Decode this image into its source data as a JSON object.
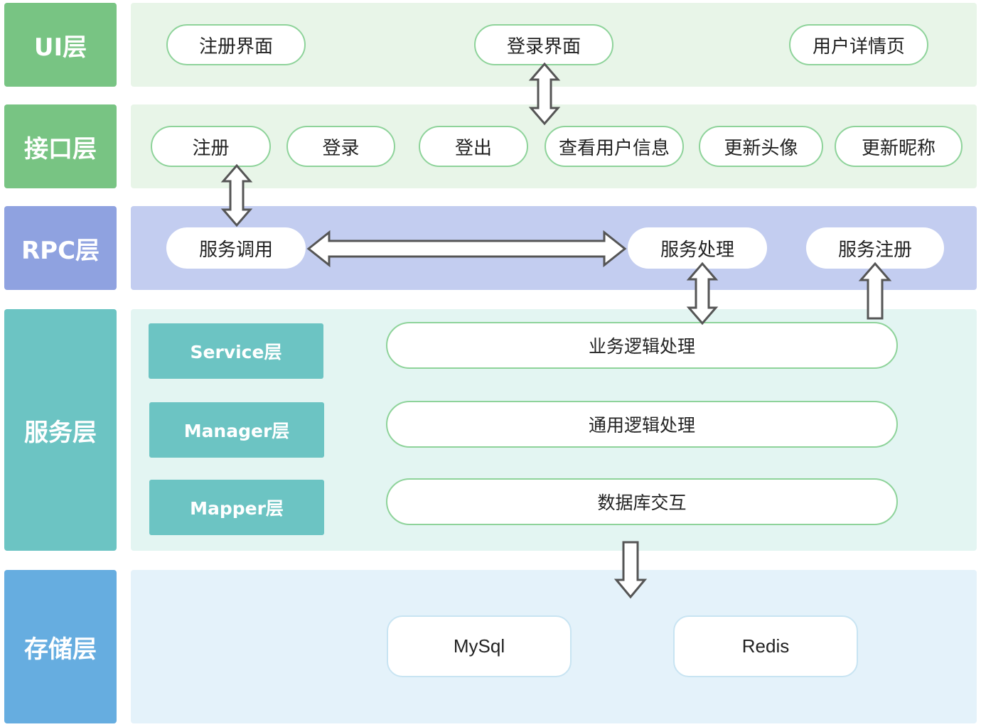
{
  "layers": {
    "ui": {
      "label": "UI层",
      "color": "#78c483",
      "band_color": "#e8f5e8",
      "items": [
        "注册界面",
        "登录界面",
        "用户详情页"
      ]
    },
    "api": {
      "label": "接口层",
      "color": "#78c483",
      "band_color": "#e8f5e8",
      "items": [
        "注册",
        "登录",
        "登出",
        "查看用户信息",
        "更新头像",
        "更新昵称"
      ]
    },
    "rpc": {
      "label": "RPC层",
      "color": "#8fa2e0",
      "band_color": "#c3cdf0",
      "items": [
        "服务调用",
        "服务处理",
        "服务注册"
      ]
    },
    "service": {
      "label": "服务层",
      "color": "#6cc4c3",
      "band_color": "#e3f5f2",
      "sublayers": [
        {
          "label": "Service层",
          "item": "业务逻辑处理"
        },
        {
          "label": "Manager层",
          "item": "通用逻辑处理"
        },
        {
          "label": "Mapper层",
          "item": "数据库交互"
        }
      ]
    },
    "storage": {
      "label": "存储层",
      "color": "#66ade0",
      "band_color": "#e4f2fa",
      "items": [
        "MySql",
        "Redis"
      ]
    }
  },
  "connections": [
    {
      "from": "登录界面",
      "to": "查看用户信息",
      "type": "bidirectional"
    },
    {
      "from": "注册",
      "to": "服务调用",
      "type": "bidirectional"
    },
    {
      "from": "服务调用",
      "to": "服务处理",
      "type": "bidirectional"
    },
    {
      "from": "服务处理",
      "to": "业务逻辑处理",
      "type": "bidirectional"
    },
    {
      "from": "业务逻辑处理",
      "to": "服务注册",
      "type": "directed"
    },
    {
      "from": "数据库交互",
      "to": "存储层",
      "type": "directed"
    }
  ]
}
